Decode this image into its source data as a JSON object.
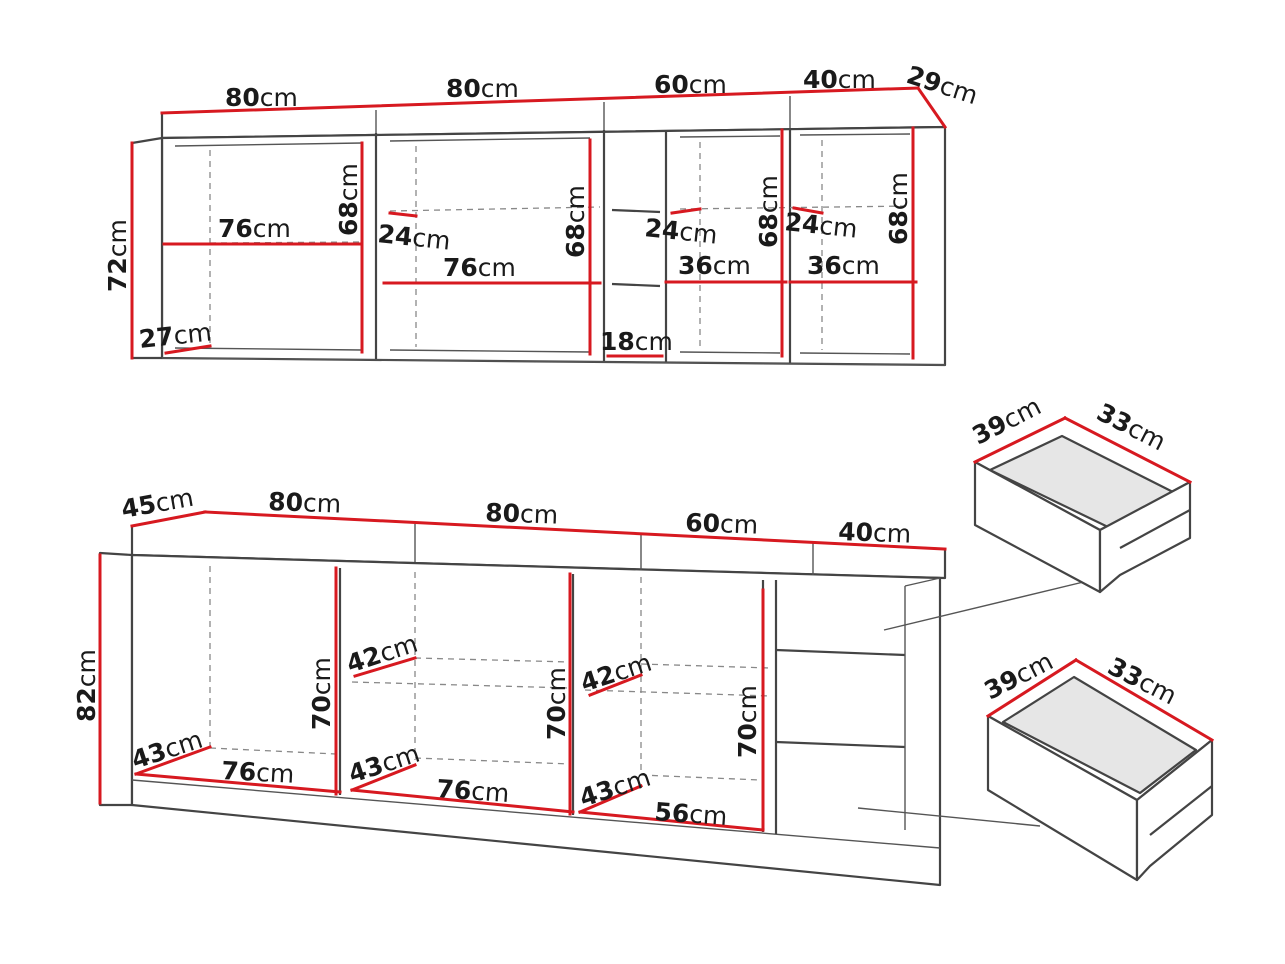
{
  "colors": {
    "dimension_line": "#d71920",
    "outline": "#444444",
    "background": "#ffffff"
  },
  "unit": "cm",
  "wall_unit": {
    "dimensions": {
      "width_1": "80",
      "width_2": "80",
      "width_3": "60",
      "width_4": "40",
      "depth": "29",
      "height": "72",
      "inner_width_1": "76",
      "inner_height_1": "68",
      "inner_depth_1": "27",
      "inner_width_2": "76",
      "inner_depth_2": "24",
      "inner_height_2": "68",
      "open_section_width": "18",
      "inner_width_3": "36",
      "inner_depth_3": "24",
      "inner_height_3": "68",
      "inner_width_4": "36",
      "inner_depth_4": "24",
      "inner_height_4": "68"
    }
  },
  "base_unit": {
    "dimensions": {
      "depth": "45",
      "width_1": "80",
      "width_2": "80",
      "width_3": "60",
      "width_4": "40",
      "height": "82",
      "inner_depth_1": "43",
      "inner_width_1": "76",
      "inner_height_1": "70",
      "shelf_depth_2": "42",
      "inner_depth_2": "43",
      "inner_width_2": "76",
      "inner_height_2": "70",
      "shelf_depth_3": "42",
      "inner_depth_3": "43",
      "inner_width_3": "56",
      "inner_height_3": "70"
    }
  },
  "drawers": [
    {
      "width": "39",
      "depth": "33"
    },
    {
      "width": "39",
      "depth": "33"
    }
  ]
}
